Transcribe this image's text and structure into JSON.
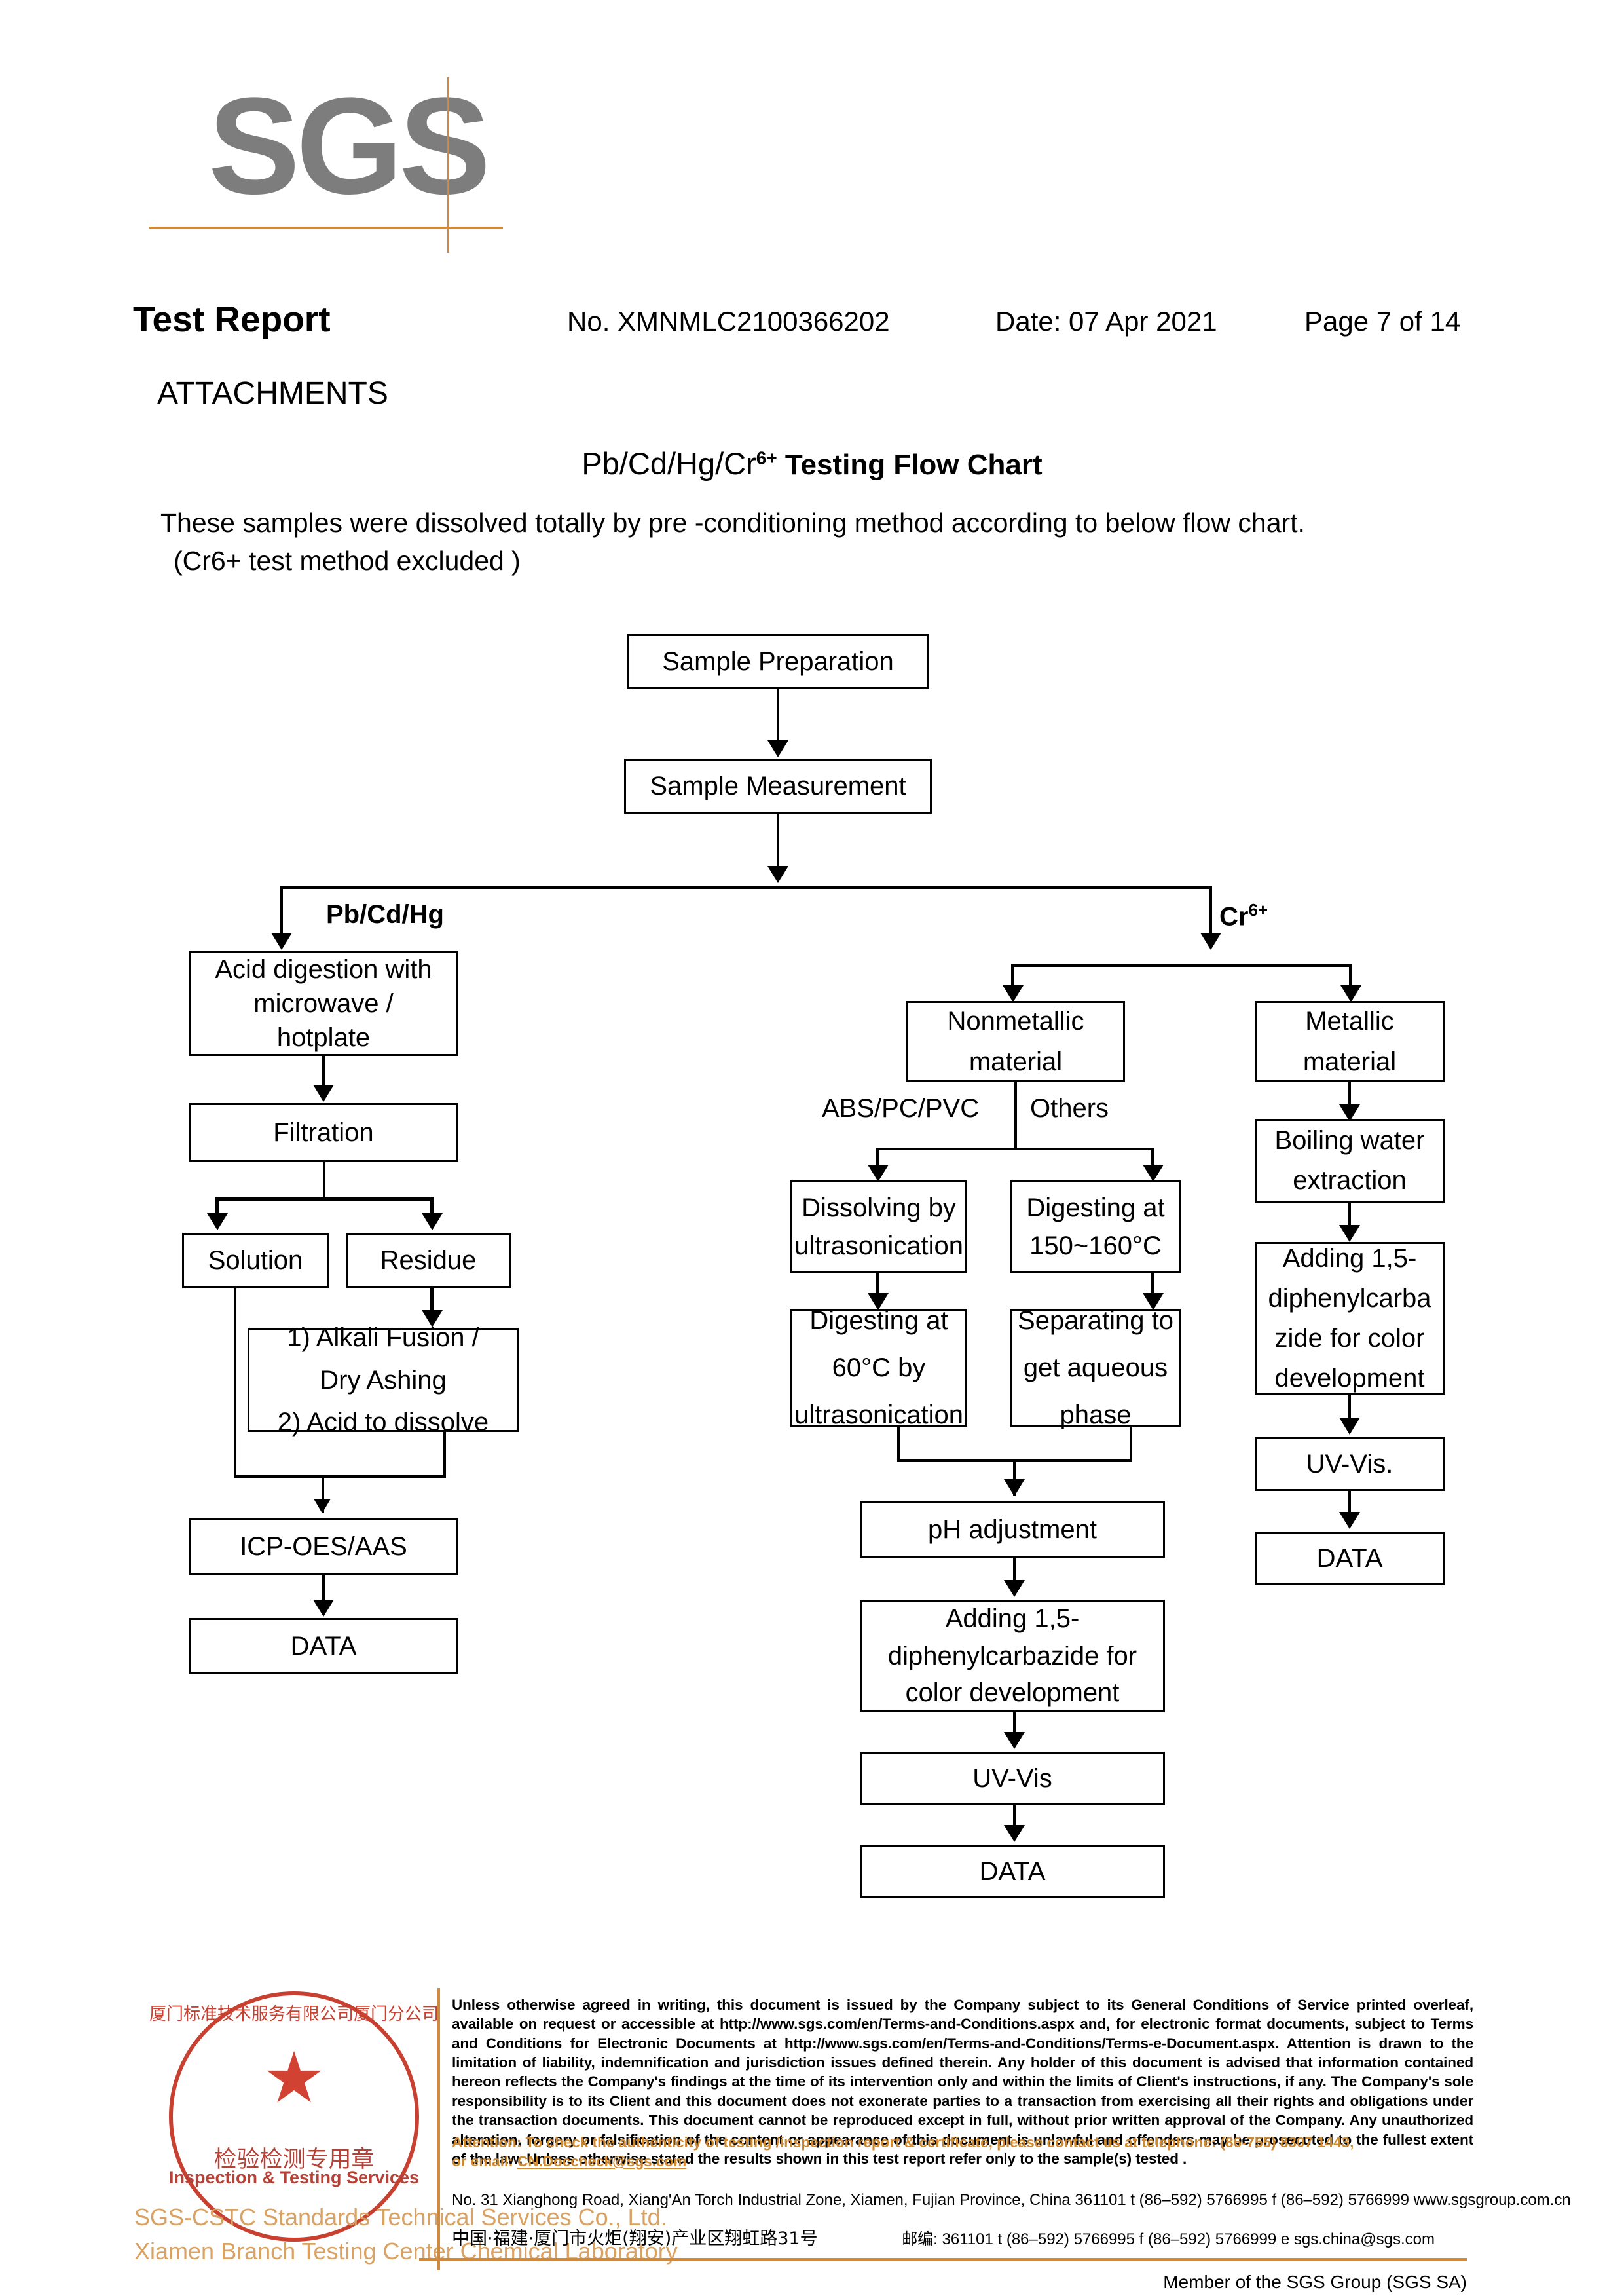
{
  "brand": {
    "logo_text": "SGS",
    "logo_color": "#7d7d7d",
    "rule_color": "#d08a3e"
  },
  "header": {
    "title": "Test Report",
    "report_no": "No. XMNMLC2100366202",
    "date": "Date: 07 Apr 2021",
    "page": "Page 7 of 14"
  },
  "section": {
    "attachments": "ATTACHMENTS",
    "flow_title_lead": "Pb/Cd/Hg/Cr",
    "flow_title_sup": "6+",
    "flow_title_rest": " Testing Flow Chart",
    "intro_line1": "These samples were dissolved totally by pre -conditioning method according to below flow chart.",
    "intro_line2": "(Cr6+ test method excluded )"
  },
  "chart_data": {
    "type": "diagram",
    "title": "Pb/Cd/Hg/Cr6+ Testing Flow Chart",
    "nodes": {
      "sample_preparation": "Sample Preparation",
      "sample_measurement": "Sample Measurement",
      "acid_digestion": "Acid digestion with microwave / hotplate",
      "filtration": "Filtration",
      "solution": "Solution",
      "residue": "Residue",
      "alkali_fusion": "1) Alkali Fusion / Dry Ashing 2) Acid to dissolve",
      "icp_oes_aas": "ICP-OES/AAS",
      "data_left": "DATA",
      "nonmetallic_material": "Nonmetallic material",
      "metallic_material": "Metallic material",
      "dissolving_ultrasonication": "Dissolving by ultrasonication",
      "digesting_150_160": "Digesting at 150~160°C",
      "digesting_60_ultrasonication": "Digesting at 60°C by ultrasonication",
      "separating_aqueous": "Separating to get aqueous phase",
      "ph_adjustment": "pH adjustment",
      "adding_dpc_mid": "Adding 1,5-diphenylcarbazide for color development",
      "uv_vis_mid": "UV-Vis",
      "data_mid": "DATA",
      "boiling_water_extraction": "Boiling water extraction",
      "adding_dpc_right": "Adding 1,5-diphenylcarbazide for color development",
      "uv_vis_right": "UV-Vis.",
      "data_right": "DATA"
    },
    "node_lines": {
      "acid_digestion": [
        "Acid digestion with",
        "microwave /",
        "hotplate"
      ],
      "alkali_fusion": [
        "1) Alkali Fusion /",
        "Dry Ashing",
        "2) Acid to dissolve"
      ],
      "nonmetallic_material": [
        "Nonmetallic",
        "material"
      ],
      "metallic_material": [
        "Metallic",
        "material"
      ],
      "dissolving_ultrasonication": [
        "Dissolving by",
        "ultrasonication"
      ],
      "digesting_150_160": [
        "Digesting at",
        "150~160°C"
      ],
      "digesting_60_ultrasonication": [
        "Digesting at",
        "60°C by",
        "ultrasonication"
      ],
      "separating_aqueous": [
        "Separating to",
        "get aqueous",
        "phase"
      ],
      "boiling_water_extraction": [
        "Boiling water",
        "extraction"
      ],
      "adding_dpc_mid": [
        "Adding 1,5-",
        "diphenylcarbazide for",
        "color development"
      ],
      "adding_dpc_right": [
        "Adding 1,5-",
        "diphenylcarba",
        "zide for color",
        "development"
      ]
    },
    "edge_labels": {
      "pb_cd_hg": "Pb/Cd/Hg",
      "cr6_base": "Cr",
      "cr6_sup": "6+",
      "abs_pc_pvc": "ABS/PC/PVC",
      "others": "Others"
    }
  },
  "footer": {
    "legal_text": "Unless otherwise agreed in writing, this document is issued by the Company subject to its General Conditions of Service printed overleaf, available on request or accessible at http://www.sgs.com/en/Terms-and-Conditions.aspx and, for electronic format documents, subject to Terms and Conditions for Electronic Documents at http://www.sgs.com/en/Terms-and-Conditions/Terms-e-Document.aspx. Attention is drawn to the limitation of liability, indemnification and jurisdiction issues defined therein. Any holder of this document is advised that information contained hereon reflects the Company's findings at the time of its intervention only and within the limits of Client's instructions, if any. The Company's sole responsibility is to its Client and this document does not exonerate parties to a transaction from exercising all their rights and obligations under the transaction documents. This document cannot be reproduced except in full, without prior written approval of the Company. Any unauthorized alteration, forgery or falsification of the content or appearance of this document is unlawful and offenders may be prosecuted to the fullest extent of the law. Unless otherwise stated the results shown in this test report refer only to the sample(s) tested .",
    "attention_line1": "Attention: To check the authenticity of testing /inspection report & certificate, please contact us at telephone: (86-755) 8307 1443,",
    "attention_line2_pre": "or email: ",
    "attention_email": "CN.Doccheck@sgs.com",
    "address_en": "No. 31 Xianghong Road, Xiang'An Torch Industrial Zone, Xiamen, Fujian Province, China  361101    t (86–592) 5766995  f (86–592) 5766999   www.sgsgroup.com.cn",
    "address_cn": "中国·福建·厦门市火炬(翔安)产业区翔虹路31号",
    "address_cn_tail": "邮编: 361101   t (86–592) 5766995  f (86–592) 5766999  e  sgs.china@sgs.com",
    "member_line": "Member of the SGS Group (SGS SA)",
    "stamp": {
      "arc_top": "厦门标准技术服务有限公司厦门分公司",
      "chinese": "检验检测专用章",
      "english": "Inspection & Testing Services",
      "star": "★",
      "color": "#c3301f"
    },
    "lab_line1": "SGS-CSTC Standards Technical Services Co., Ltd.",
    "lab_line2": "Xiamen Branch Testing Center Chemical Laboratory"
  }
}
